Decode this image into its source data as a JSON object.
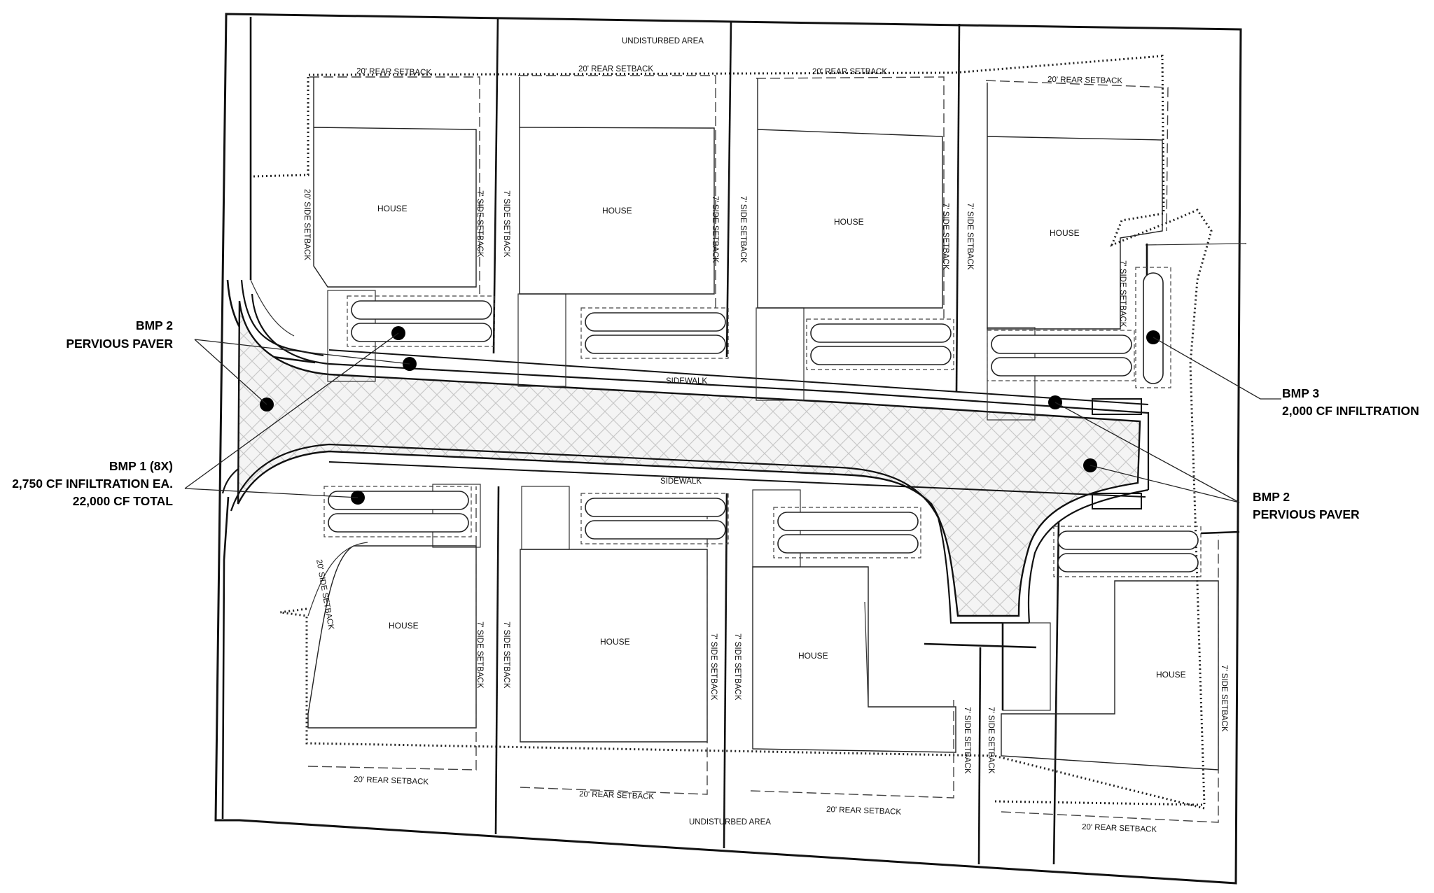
{
  "plan": {
    "undisturbed_top": "UNDISTURBED AREA",
    "undisturbed_bottom": "UNDISTURBED AREA",
    "sidewalk_north": "SIDEWALK",
    "sidewalk_south": "SIDEWALK",
    "house": "HOUSE",
    "rear_setback": "20' REAR SETBACK",
    "side_setback_20": "20' SIDE SETBACK",
    "side_setback_7": "7' SIDE SETBACK"
  },
  "callouts": {
    "bmp2_left_line1": "BMP 2",
    "bmp2_left_line2": "PERVIOUS PAVER",
    "bmp1_line1": "BMP 1 (8X)",
    "bmp1_line2": "2,750 CF INFILTRATION EA.",
    "bmp1_line3": "22,000 CF TOTAL",
    "bmp3_line1": "BMP 3",
    "bmp3_line2": "2,000 CF INFILTRATION",
    "bmp2_right_line1": "BMP 2",
    "bmp2_right_line2": "PERVIOUS PAVER"
  }
}
